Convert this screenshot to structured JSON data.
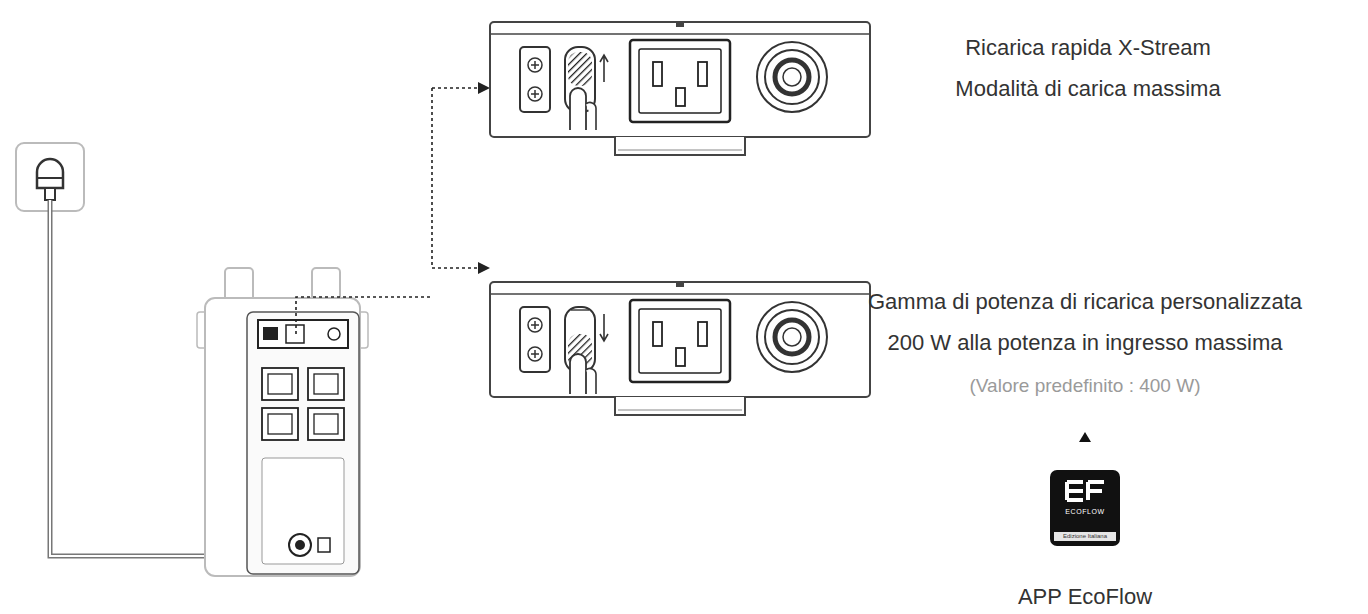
{
  "diagram": {
    "nodes": [
      {
        "text": [
          "ECOFLOW",
          "Edizione Italiana",
          "APP EcoFlow"
        ]
      }
    ],
    "labels": [
      "Ricarica rapida X-Stream Modalità di carica massima",
      "Gamma di potenza di ricarica personalizzata 200 W alla potenza in ingresso massima",
      "(Valore predefinito : 400 W)"
    ]
  }
}
